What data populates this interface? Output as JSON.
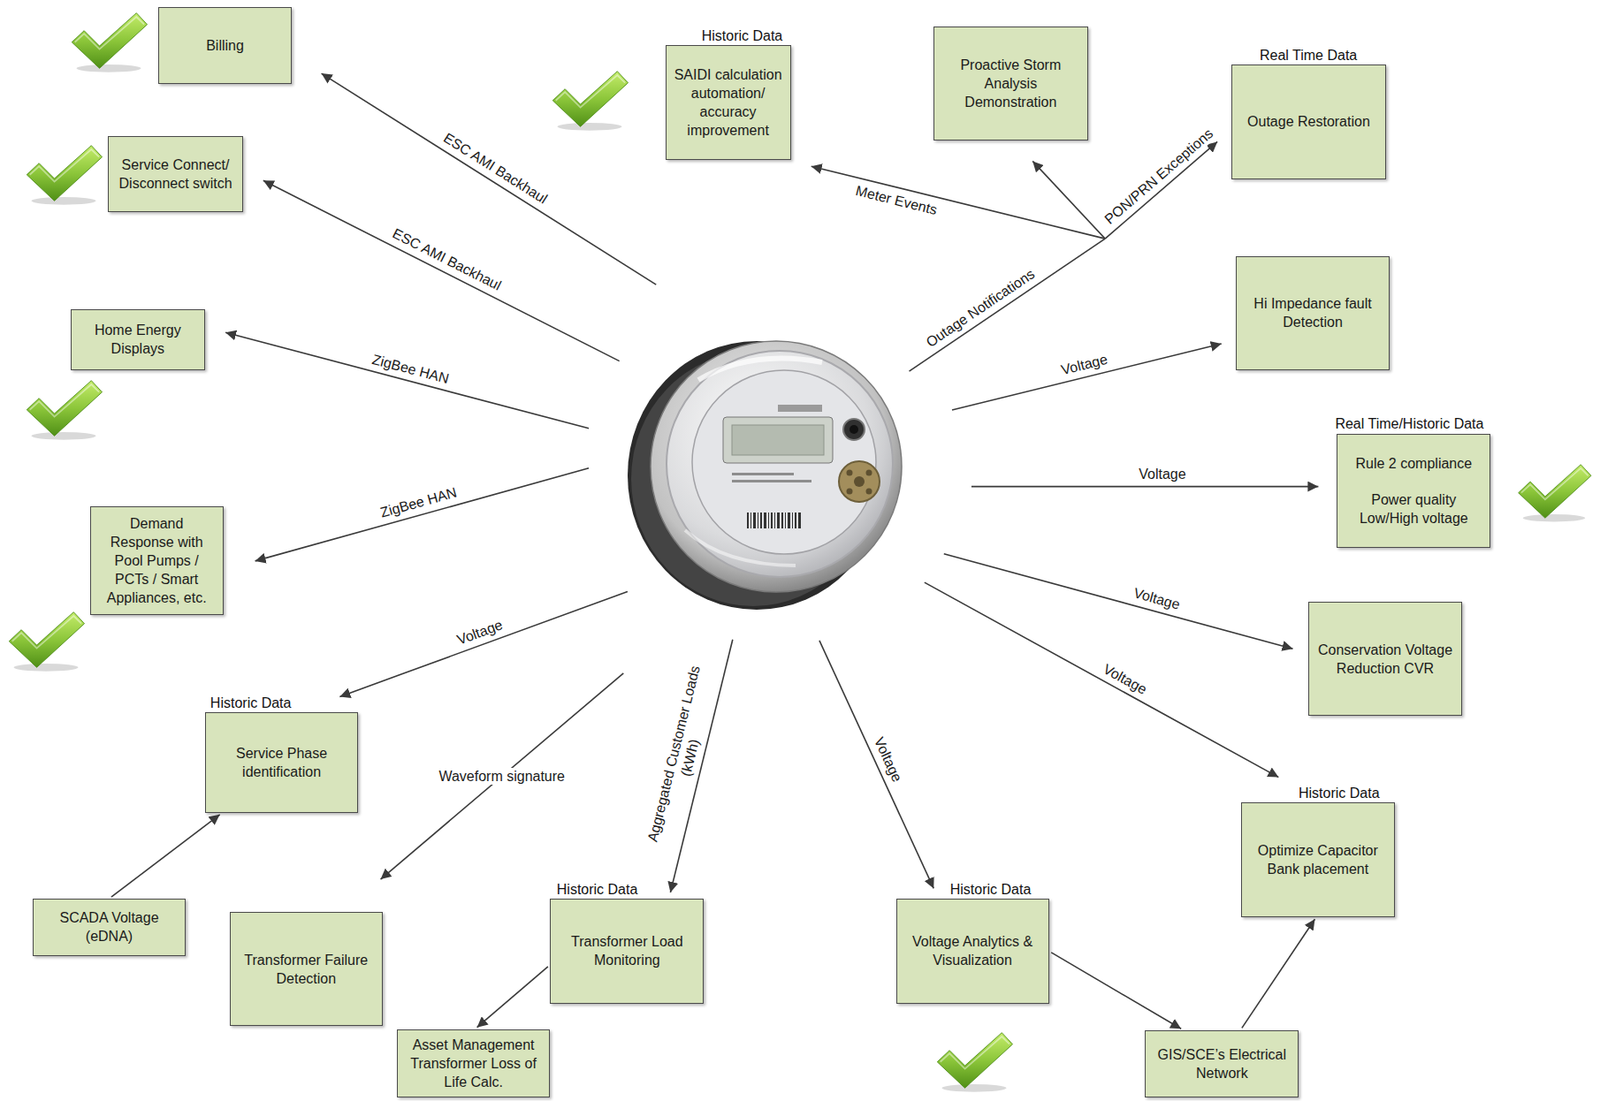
{
  "diagram": {
    "nodes": [
      {
        "text": [
          "Billing"
        ]
      },
      {
        "text": [
          "Historic Data",
          "SAIDI calculation automation/ accuracy improvement"
        ]
      },
      {
        "text": [
          "Proactive Storm Analysis Demonstration"
        ]
      },
      {
        "text": [
          "Real Time Data",
          "Outage Restoration"
        ]
      },
      {
        "text": [
          "Service Connect/ Disconnect switch"
        ]
      },
      {
        "text": [
          "Hi Impedance fault Detection"
        ]
      },
      {
        "text": [
          "Home Energy Displays"
        ]
      },
      {
        "text": [
          "Real Time/Historic Data",
          "Rule 2 compliance",
          "Power quality Low/High voltage"
        ]
      },
      {
        "text": [
          "Demand Response with Pool Pumps / PCTs / Smart Appliances, etc."
        ]
      },
      {
        "text": [
          "Conservation Voltage Reduction CVR"
        ]
      },
      {
        "text": [
          "Historic Data",
          "Service Phase identification"
        ]
      },
      {
        "text": [
          "Historic Data",
          "Optimize Capacitor Bank placement"
        ]
      },
      {
        "text": [
          "Historic Data",
          "Voltage Analytics & Visualization"
        ]
      },
      {
        "text": [
          "Historic Data",
          "Transformer Load Monitoring"
        ]
      },
      {
        "text": [
          "SCADA Voltage (eDNA)"
        ]
      },
      {
        "text": [
          "Transformer Failure Detection"
        ]
      },
      {
        "text": [
          "Asset Management Transformer Loss of Life Calc."
        ]
      },
      {
        "text": [
          "GIS/SCE’s Electrical Network"
        ]
      }
    ],
    "edges": [
      {
        "from": 14,
        "to": 10,
        "arrow": "to"
      },
      {
        "from": 13,
        "to": 16,
        "arrow": "to"
      },
      {
        "from": 12,
        "to": 17,
        "arrow": "to"
      },
      {
        "from": 17,
        "to": 11,
        "arrow": "to"
      }
    ],
    "labels": [
      "ESC AMI Backhaul",
      "ESC AMI Backhaul",
      "ZigBee HAN",
      "ZigBee HAN",
      "Voltage",
      "Waveform signature",
      "Aggregated Customer Loads (kWh)",
      "Voltage",
      "Voltage",
      "Voltage",
      "Voltage",
      "Voltage",
      "Outage Notifications",
      "Meter Events",
      "PON/PRN Exceptions"
    ]
  }
}
